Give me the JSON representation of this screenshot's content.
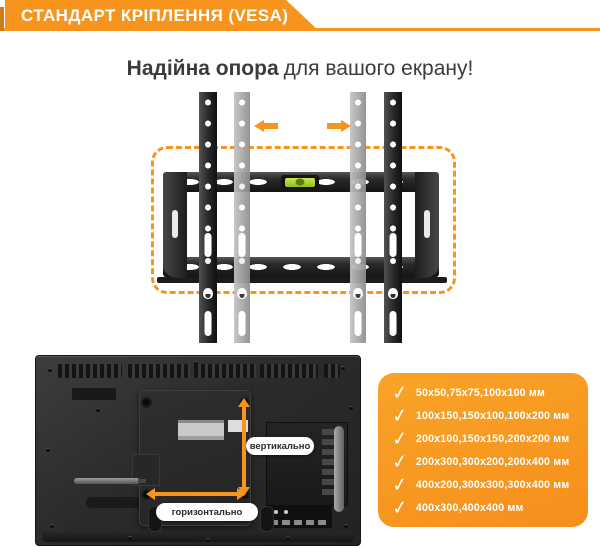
{
  "banner": {
    "title": "СТАНДАРТ КРІПЛЕННЯ (VESA)"
  },
  "headline": {
    "bold": "Надійна опора",
    "regular": "для вашого екрану!"
  },
  "tv_diagram": {
    "vertical_label": "вертикально",
    "horizontal_label": "горизонтально"
  },
  "vesa_panel": {
    "sizes": [
      "50x50,75x75,100x100 мм",
      "100x150,150x100,100x200 мм",
      "200x100,150x150,200x200 мм",
      "200x300,300x200,200x400 мм",
      "400x200,300x300,300x400 мм",
      "400x300,400x400 мм"
    ]
  },
  "icons": {
    "check": "✓",
    "slide_arrow_left": "left-arrow",
    "slide_arrow_right": "right-arrow"
  },
  "colors": {
    "accent_orange": "#f7941d",
    "panel_orange": "#f79c23",
    "headline_text": "#3b3b3b",
    "level_green": "#a9d32a",
    "tv_body": "#2e2e2e"
  }
}
